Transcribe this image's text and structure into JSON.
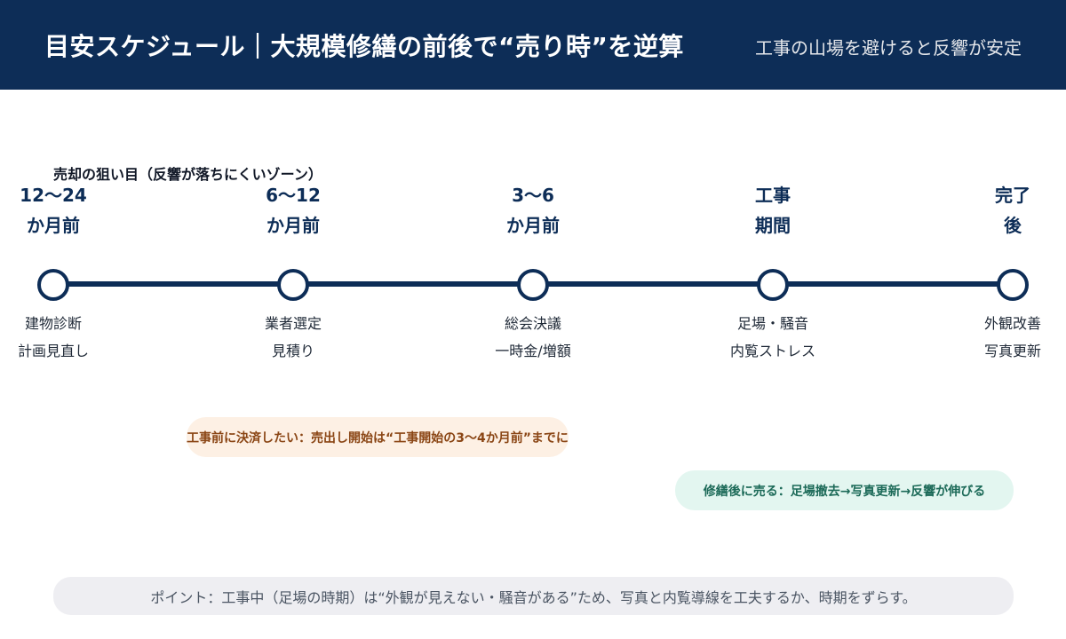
{
  "header": {
    "title": "目安スケジュール｜大規模修繕の前後で“売り時”を逆算",
    "subtitle": "工事の山場を避けると反響が安定"
  },
  "zone_label": "売却の狙い目（反響が落ちにくいゾーン）",
  "stages": [
    {
      "label_line1": "12〜24",
      "label_line2": "か月前",
      "task_line1": "建物診断",
      "task_line2": "計画見直し"
    },
    {
      "label_line1": "6〜12",
      "label_line2": "か月前",
      "task_line1": "業者選定",
      "task_line2": "見積り"
    },
    {
      "label_line1": "3〜6",
      "label_line2": "か月前",
      "task_line1": "総会決議",
      "task_line2": "一時金/増額"
    },
    {
      "label_line1": "工事",
      "label_line2": "期間",
      "task_line1": "足場・騒音",
      "task_line2": "内覧ストレス"
    },
    {
      "label_line1": "完了",
      "label_line2": "後",
      "task_line1": "外観改善",
      "task_line2": "写真更新"
    }
  ],
  "callouts": {
    "before": "工事前に決済したい：売出し開始は“工事開始の3〜4か月前”までに",
    "after": "修繕後に売る：足場撤去→写真更新→反響が伸びる"
  },
  "footer": "ポイント：工事中（足場の時期）は“外観が見えない・騒音がある”ため、写真と内覧導線を工夫するか、時期をずらす。",
  "colors": {
    "header_bg": "#0d2d57",
    "timeline": "#0d2d57",
    "callout_before_bg": "#fdf0e4",
    "callout_before_text": "#8a4514",
    "callout_after_bg": "#e3f6f0",
    "callout_after_text": "#1c6a58",
    "footer_bg": "#eeeef2"
  }
}
